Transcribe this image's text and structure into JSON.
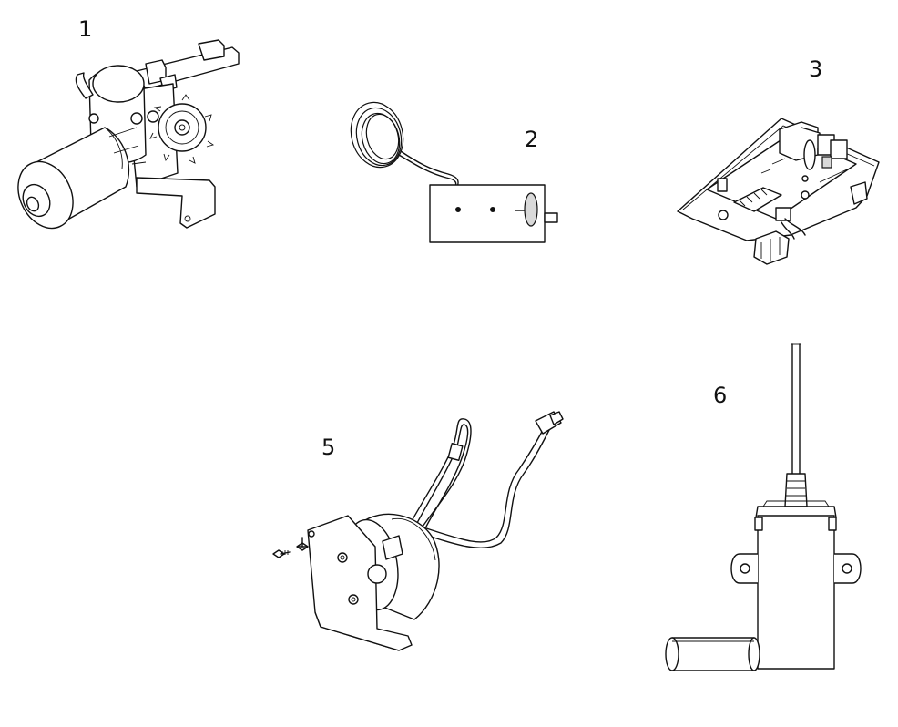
{
  "parts": [
    {
      "id": "part-1",
      "number": "1"
    },
    {
      "id": "part-2",
      "number": "2"
    },
    {
      "id": "part-3",
      "number": "3"
    },
    {
      "id": "part-5",
      "number": "5"
    },
    {
      "id": "part-6",
      "number": "6"
    }
  ]
}
